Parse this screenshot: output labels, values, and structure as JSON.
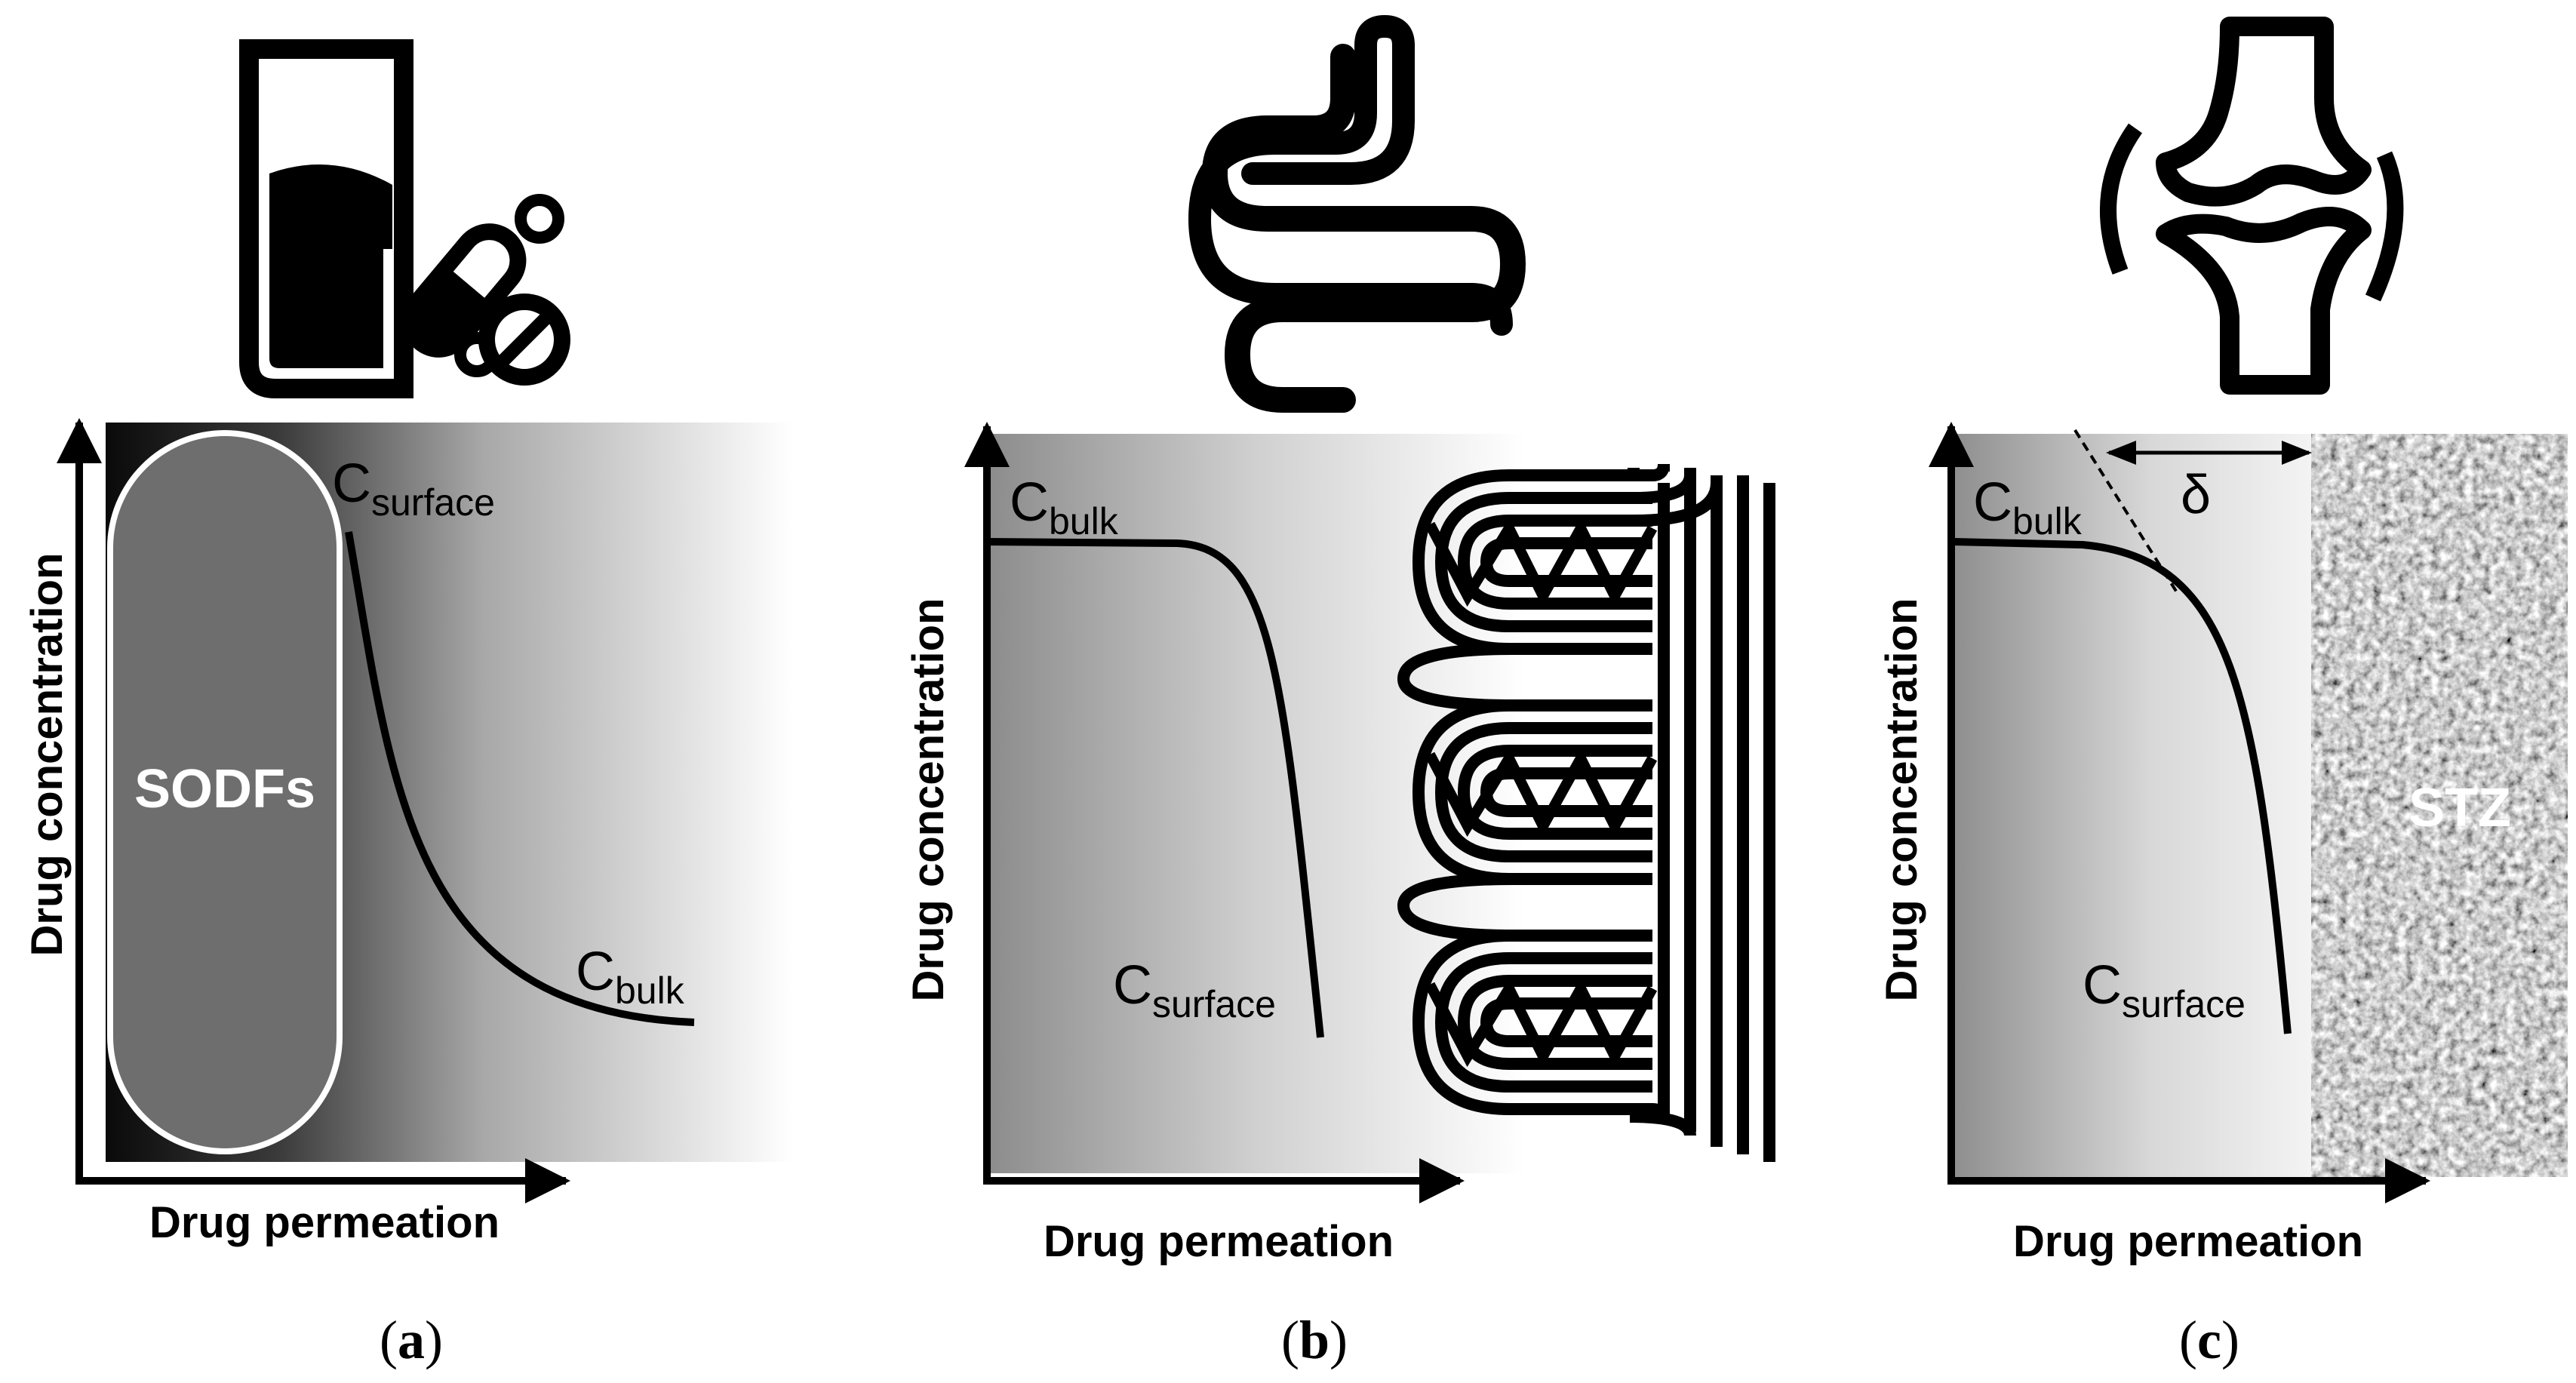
{
  "panels": {
    "a": {
      "label_open": "(",
      "label_letter": "a",
      "label_close": ")",
      "dosage_form": "SODFs",
      "x_axis": "Drug permeation",
      "y_axis": "Drug concentration",
      "c_surface": {
        "main": "C",
        "sub": "surface"
      },
      "c_bulk": {
        "main": "C",
        "sub": "bulk"
      }
    },
    "b": {
      "label_open": "(",
      "label_letter": "b",
      "label_close": ")",
      "x_axis": "Drug permeation",
      "y_axis": "Drug concentration",
      "c_bulk": {
        "main": "C",
        "sub": "bulk"
      },
      "c_surface": {
        "main": "C",
        "sub": "surface"
      }
    },
    "c": {
      "label_open": "(",
      "label_letter": "c",
      "label_close": ")",
      "x_axis": "Drug permeation",
      "y_axis": "Drug concentration",
      "c_bulk": {
        "main": "C",
        "sub": "bulk"
      },
      "c_surface": {
        "main": "C",
        "sub": "surface"
      },
      "delta": "δ",
      "tissue": "STZ"
    }
  },
  "icons": [
    "glass-with-pills-icon",
    "intestine-icon",
    "joint-icon"
  ],
  "colors": {
    "ink": "#000000",
    "panel_a_dark": "#111111",
    "gradient_mid": "#8a8a8a",
    "tissue_gray": "#b5b5b5"
  }
}
